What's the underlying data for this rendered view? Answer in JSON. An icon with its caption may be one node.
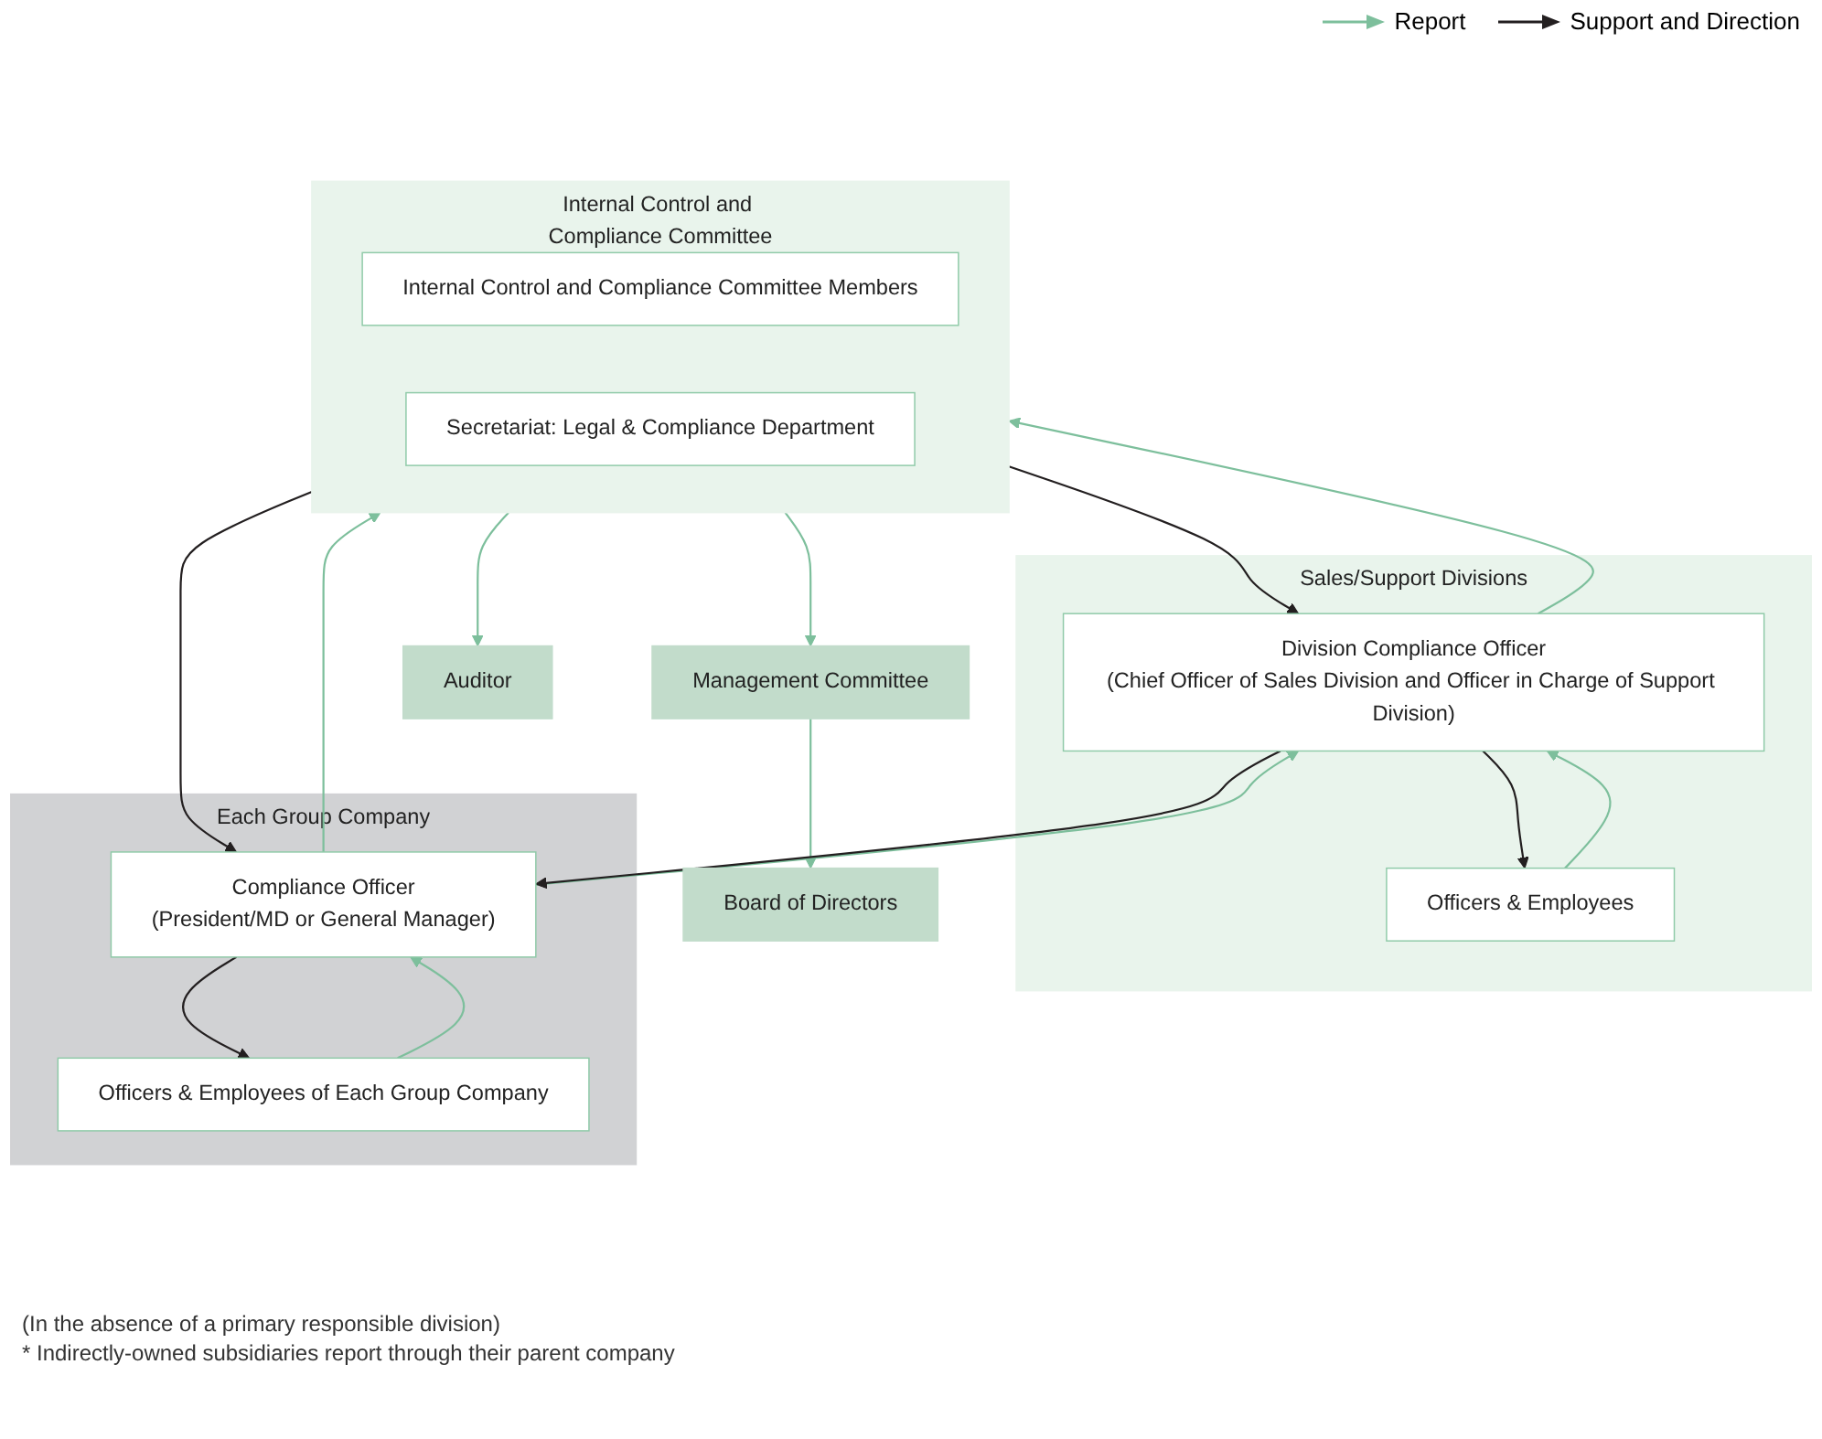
{
  "diagram": {
    "nodes": [
      {
        "text": [
          "Board of Directors"
        ]
      },
      {
        "text": [
          "Management Committee"
        ]
      },
      {
        "text": [
          "Auditor"
        ]
      },
      {
        "text": [
          "Internal Control and Compliance Committee"
        ]
      },
      {
        "text": [
          "Internal Control and Compliance Committee Members"
        ],
        "in": 3
      },
      {
        "text": [
          "Secretariat: Legal & Compliance Department"
        ],
        "in": 3
      },
      {
        "text": [
          "Sales/Support Divisions"
        ]
      },
      {
        "text": [
          "Division Compliance Officer",
          "(Chief Officer of Sales Division and Officer in Charge of Support Division)"
        ],
        "in": 6
      },
      {
        "text": [
          "Officers & Employees"
        ],
        "in": 6
      },
      {
        "text": [
          "Each Group Company"
        ]
      },
      {
        "text": [
          "Compliance Officer",
          "(President/MD or General Manager)"
        ],
        "in": 9
      },
      {
        "text": [
          "Officers & Employees of Each Group Company"
        ],
        "in": 9
      }
    ],
    "edges": [
      {
        "from": 1,
        "to": 0,
        "arrow": "to"
      },
      {
        "from": 3,
        "to": 1,
        "arrow": "to"
      },
      {
        "from": 3,
        "to": 2,
        "arrow": "to"
      },
      {
        "from": 3,
        "to": 7,
        "arrow": "to",
        "color": "#231f20"
      },
      {
        "from": 7,
        "to": 3,
        "arrow": "to"
      },
      {
        "from": 10,
        "to": 3,
        "arrow": "to"
      },
      {
        "from": 3,
        "to": 10,
        "arrow": "to",
        "color": "#231f20"
      },
      {
        "from": 10,
        "to": 7,
        "arrow": "to"
      },
      {
        "from": 7,
        "to": 10,
        "arrow": "to",
        "color": "#231f20"
      },
      {
        "from": 7,
        "to": 8,
        "arrow": "to",
        "color": "#231f20"
      },
      {
        "from": 8,
        "to": 7,
        "arrow": "to"
      },
      {
        "from": 11,
        "to": 10,
        "arrow": "to"
      },
      {
        "from": 10,
        "to": 11,
        "arrow": "to",
        "color": "#231f20"
      }
    ],
    "labels": [
      "(In the absence of a primary responsible division)",
      "* Indirectly-owned subsidiaries report through their parent company"
    ],
    "legend": [
      {
        "text": "Report"
      },
      {
        "text": "Support and Direction"
      }
    ]
  }
}
